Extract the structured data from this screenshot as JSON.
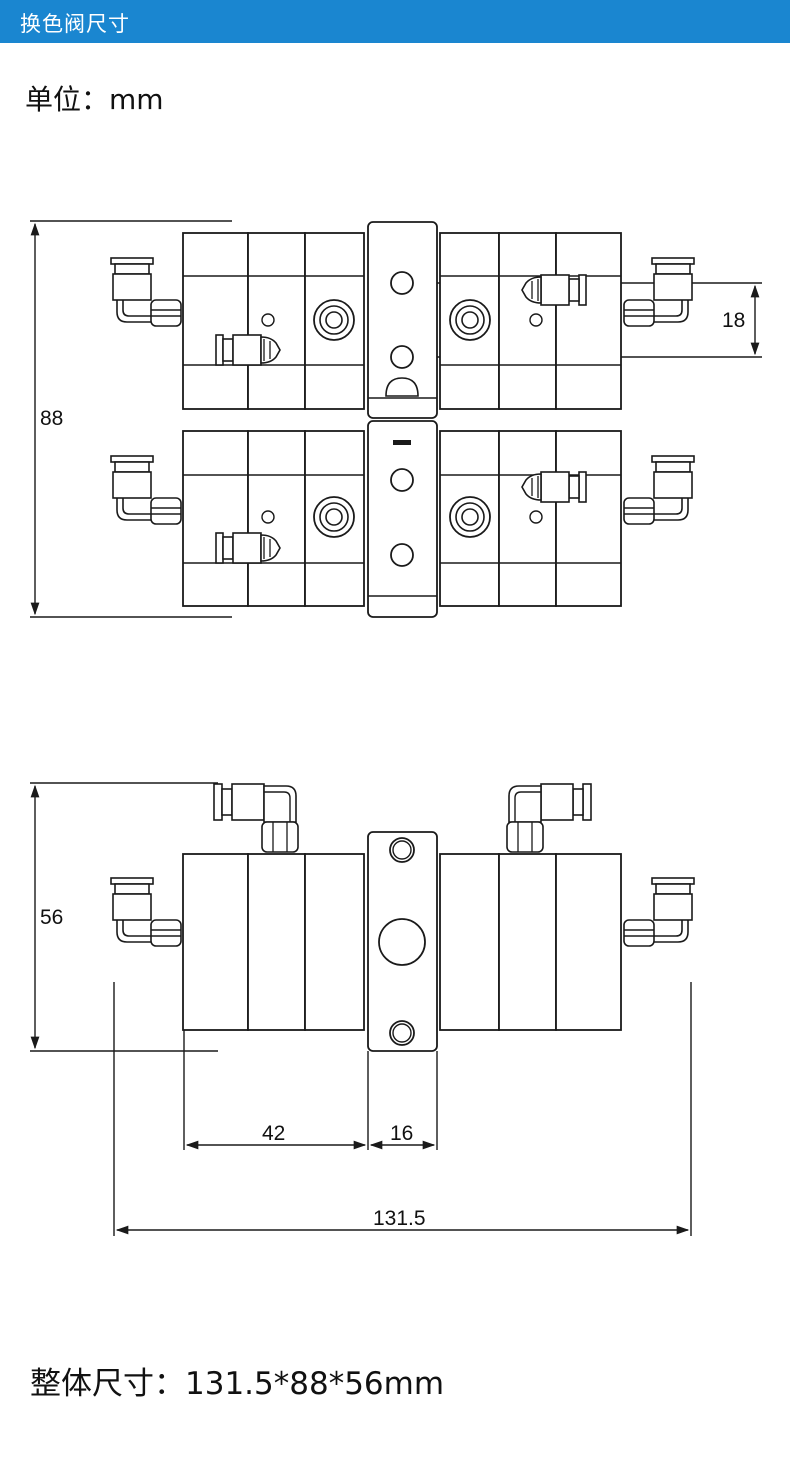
{
  "header": {
    "title": "换色阀尺寸"
  },
  "unit_label": "单位：mm",
  "dimensions": {
    "height_total": "88",
    "port_spacing": "18",
    "side_height": "56",
    "block_width": "42",
    "center_width": "16",
    "total_width": "131.5"
  },
  "overall_size": "整体尺寸：131.5*88*56mm",
  "colors": {
    "header_bg": "#1a86d0",
    "line": "#1a1a1a"
  }
}
